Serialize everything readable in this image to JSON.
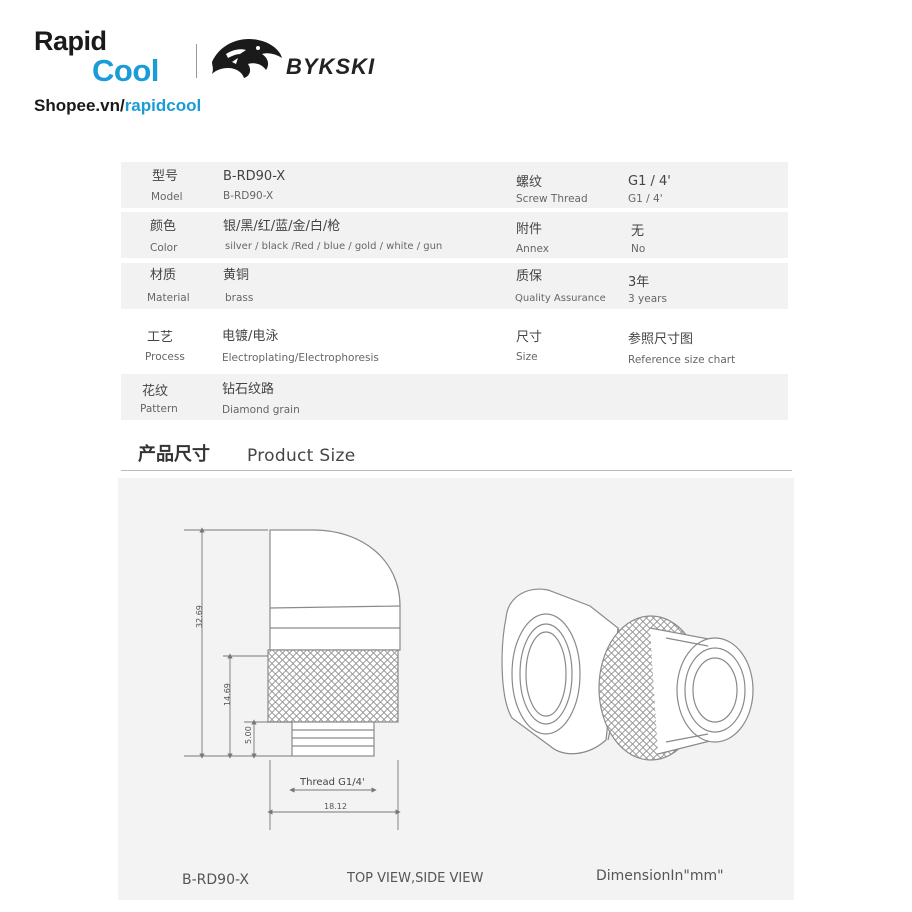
{
  "header": {
    "brand_rapid": "Rapid",
    "brand_cool": "Cool",
    "brand_bykski": "BYKSKI",
    "shop_url_prefix": "Shopee.vn/",
    "shop_url_handle": "rapidcool",
    "colors": {
      "accent": "#1b9bd8",
      "dark": "#1a1a1a"
    }
  },
  "specs": {
    "model_cn": "型号",
    "model_en": "Model",
    "model_val_cn": "B-RD90-X",
    "model_val_en": "B-RD90-X",
    "thread_cn": "螺纹",
    "thread_en": "Screw Thread",
    "thread_val_cn": "G1 / 4'",
    "thread_val_en": "G1 / 4'",
    "color_cn": "颜色",
    "color_en": "Color",
    "color_val_cn": "银/黑/红/蓝/金/白/枪",
    "color_val_en": "silver / black /Red / blue / gold / white / gun",
    "annex_cn": "附件",
    "annex_en": "Annex",
    "annex_val_cn": "无",
    "annex_val_en": "No",
    "material_cn": "材质",
    "material_en": "Material",
    "material_val_cn": "黄铜",
    "material_val_en": "brass",
    "warranty_cn": "质保",
    "warranty_en": "Quality Assurance",
    "warranty_val_cn": "3年",
    "warranty_val_en": "3 years",
    "process_cn": "工艺",
    "process_en": "Process",
    "process_val_cn": "电镀/电泳",
    "process_val_en": "Electroplating/Electrophoresis",
    "size_cn": "尺寸",
    "size_en": "Size",
    "size_val_cn": "参照尺寸图",
    "size_val_en": "Reference size chart",
    "pattern_cn": "花纹",
    "pattern_en": "Pattern",
    "pattern_val_cn": "钻石纹路",
    "pattern_val_en": "Diamond grain"
  },
  "section": {
    "title_cn": "产品尺寸",
    "title_en": "Product Size"
  },
  "drawing": {
    "dim_total": "32.69",
    "dim_body": "14.69",
    "dim_thread": "5.00",
    "dim_width": "18.12",
    "thread_label": "Thread G1/4'",
    "caption_model": "B-RD90-X",
    "caption_view": "TOP VIEW,SIDE VIEW",
    "caption_units": "DimensionIn\"mm\""
  }
}
